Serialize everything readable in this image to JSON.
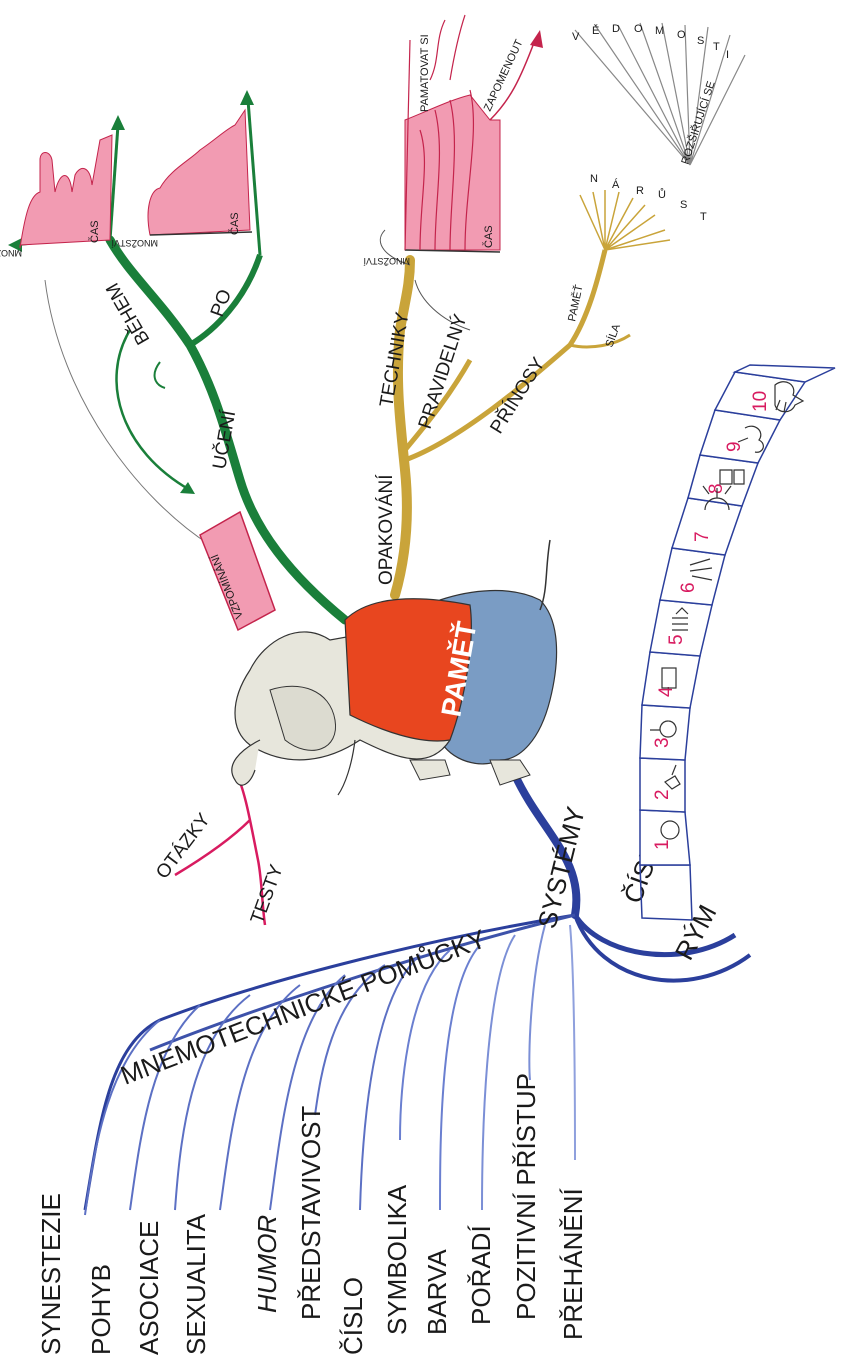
{
  "center": {
    "label": "PAMĚŤ"
  },
  "green_branch": {
    "main": "UČENÍ",
    "during": "BĚHEM",
    "after": "PO",
    "recall": "VZPOMÍNÁNÍ",
    "graph_during": {
      "y_label": "MNOŽSTVÍ",
      "x_label": "ČAS"
    },
    "graph_after": {
      "y_label": "MNOŽSTVÍ",
      "x_label": "ČAS"
    }
  },
  "gold_branch": {
    "main": "OPAKOVÁNÍ",
    "techniques": "TECHNIKY",
    "regular": "PRAVIDELNÝ",
    "benefits": "PŘÍNOSY",
    "memory": "PAMĚŤ",
    "strength": "SÍLA",
    "graph": {
      "y_label": "MNOŽSTVÍ",
      "x_label": "ČAS",
      "remember": "PAMATOVAT SI",
      "forget": "ZAPOMENOUT"
    },
    "growth": [
      "N",
      "Á",
      "R",
      "Ů",
      "S",
      "T"
    ],
    "knowledge": [
      "V",
      "Ě",
      "D",
      "O",
      "M",
      "O",
      "S",
      "T",
      "I"
    ],
    "expanding": "ROZŠIŘUJÍCÍ SE"
  },
  "pink_branch": {
    "questions": "OTÁZKY",
    "tests": "TESTY"
  },
  "blue_branch": {
    "main": "SYSTÉMY",
    "numbers": "ČÍSLA",
    "rhyme": "RÝM",
    "mnemonics": "MNEMOTECHNICKÉ POMŮCKY",
    "items": [
      "SYNESTEZIE",
      "POHYB",
      "ASOCIACE",
      "SEXUALITA",
      "HUMOR",
      "PŘEDSTAVIVOST",
      "ČÍSLO",
      "SYMBOLIKA",
      "BARVA",
      "POŘADÍ",
      "POZITIVNÍ PŘÍSTUP",
      "PŘEHÁNĚNÍ"
    ],
    "rhyme_numbers": [
      "1",
      "2",
      "3",
      "4",
      "5",
      "6",
      "7",
      "8",
      "9",
      "10"
    ],
    "rhyme_icons": [
      "bun-icon",
      "shoe-icon",
      "tree-icon",
      "door-icon",
      "hive-icon",
      "sticks-icon",
      "heaven-icon",
      "gate-icon",
      "vine-icon",
      "hen-icon"
    ]
  },
  "colors": {
    "green": "#1a7f3a",
    "gold": "#c9a43a",
    "blue": "#2b3f9c",
    "light_blue": "#7b8fd6",
    "pink": "#d81b60",
    "pink_fill": "#f29bb2",
    "vest": "#e8461f",
    "trousers": "#7a9cc4"
  }
}
